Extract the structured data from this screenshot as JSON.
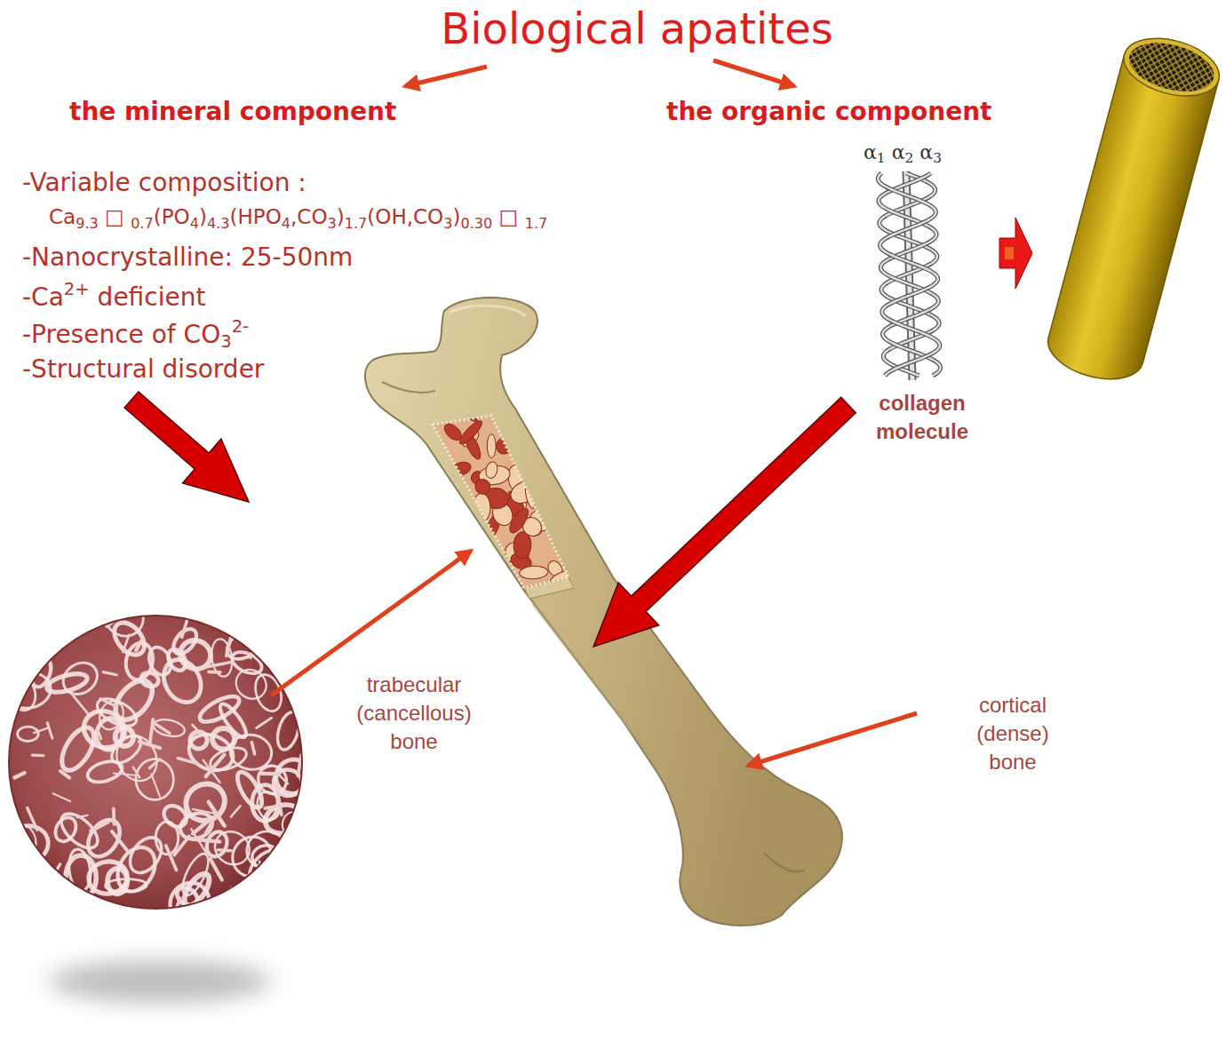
{
  "diagram": {
    "title": "Biological apatites",
    "labels": [
      "the mineral component",
      "the organic component",
      "-Variable composition :",
      "Ca9.3 □ 0.7(PO4)4.3(HPO4,CO3)1.7(OH,CO3)0.30 □ 1.7",
      "-Nanocrystalline: 25-50nm",
      "-Ca2+ deficient",
      "-Presence of CO32-",
      "-Structural disorder",
      "α1 α2 α3",
      "collagen molecule",
      "trabecular (cancellous) bone",
      "cortical (dense) bone"
    ]
  }
}
